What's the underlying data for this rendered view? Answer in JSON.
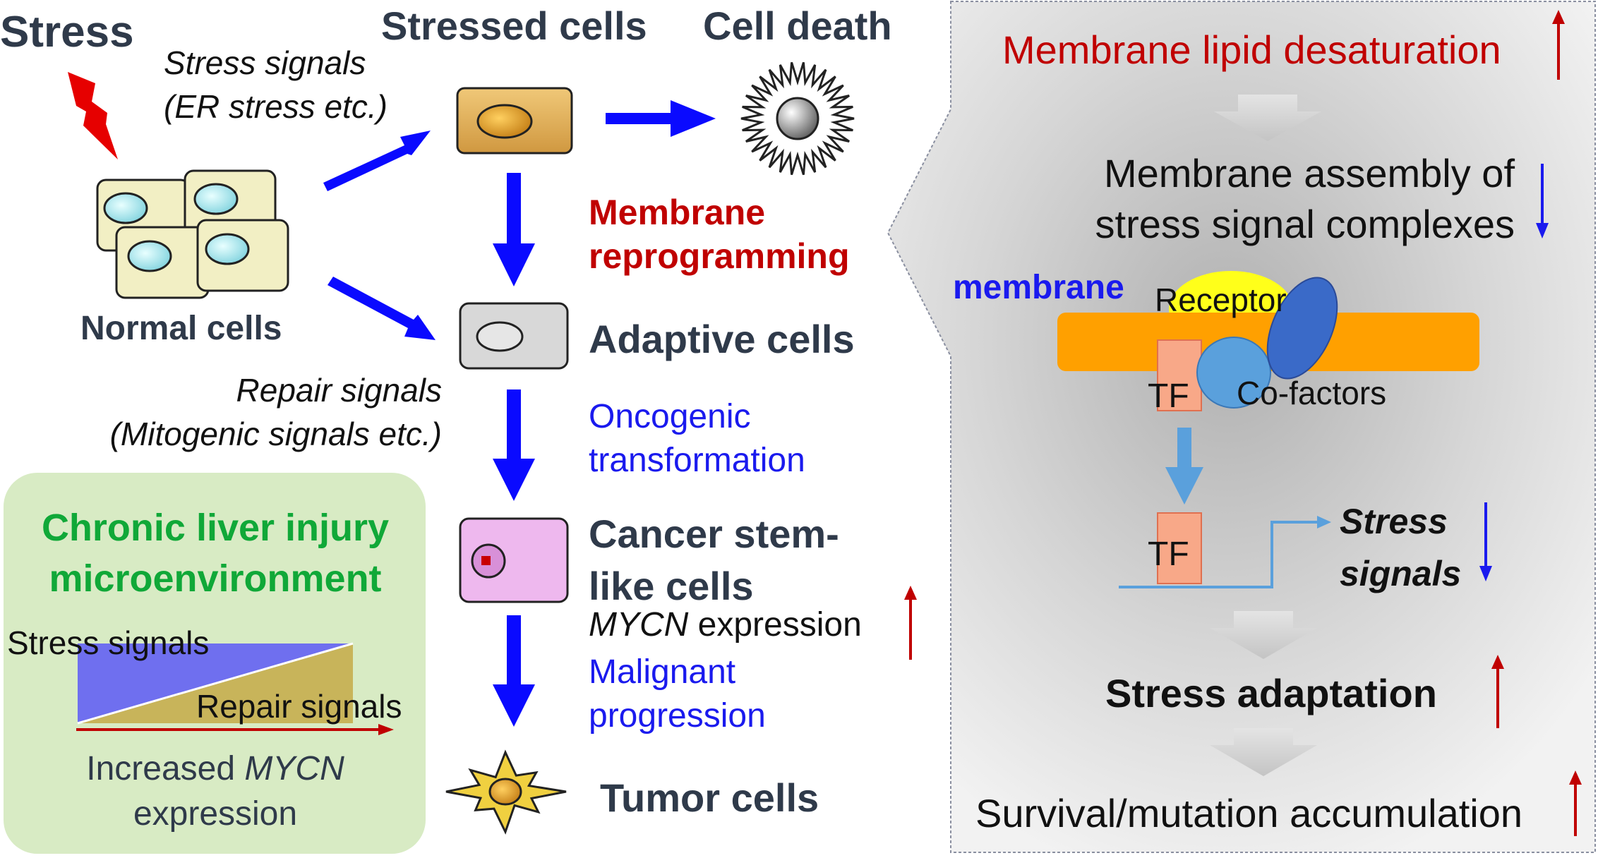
{
  "colors": {
    "arrow_blue": "#0a0aff",
    "red": "#c00000",
    "dark_text": "#2f3a4a",
    "green_text": "#10a838",
    "panel_gray": "#b4b4b4",
    "membrane_orange": "#ffa000",
    "receptor_yellow": "#ffff1a",
    "tf_salmon": "#f8a888",
    "cofactor_light_blue": "#5aa0dc",
    "cofactor_dark_blue": "#3a6ac8",
    "green_box": "#d8ebc4"
  },
  "left": {
    "stress_label": "Stress",
    "stress_signals_line1": "Stress signals",
    "stress_signals_line2": "(ER stress etc.)",
    "stressed_cells": "Stressed cells",
    "cell_death": "Cell death",
    "normal_cells": "Normal cells",
    "membrane_reprogramming_line1": "Membrane",
    "membrane_reprogramming_line2": "reprogramming",
    "adaptive_cells": "Adaptive cells",
    "repair_signals_line1": "Repair signals",
    "repair_signals_line2": "(Mitogenic signals etc.)",
    "oncogenic_line1": "Oncogenic",
    "oncogenic_line2": "transformation",
    "cancer_stem_line1": "Cancer stem-",
    "cancer_stem_line2": "like cells",
    "mycn_gene": "MYCN",
    "mycn_expression_suffix": " expression",
    "malignant_line1": "Malignant",
    "malignant_line2": "progression",
    "tumor_cells": "Tumor cells"
  },
  "green_box": {
    "title_line1": "Chronic liver injury",
    "title_line2": "microenvironment",
    "stress_signals": "Stress signals",
    "repair_signals": "Repair signals",
    "increased_prefix": "Increased ",
    "mycn_gene": "MYCN",
    "expression": "expression"
  },
  "right_panel": {
    "lipid_desaturation": "Membrane lipid desaturation",
    "assembly_line1": "Membrane assembly of",
    "assembly_line2": "stress signal complexes",
    "membrane": "membrane",
    "receptor": "Receptor",
    "tf_top": "TF",
    "cofactors": "Co-factors",
    "tf_bottom": "TF",
    "stress_signals_line1": "Stress",
    "stress_signals_line2": "signals",
    "stress_adaptation": "Stress adaptation",
    "survival": "Survival/mutation accumulation"
  }
}
